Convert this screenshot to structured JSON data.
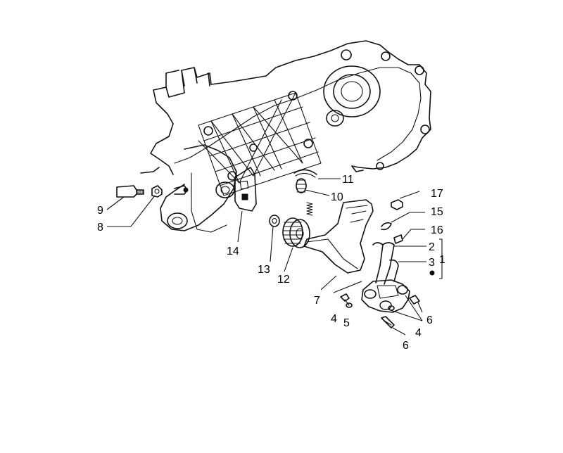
{
  "diagram": {
    "callouts": [
      {
        "id": "c1",
        "label": "1"
      },
      {
        "id": "c2",
        "label": "2"
      },
      {
        "id": "c3",
        "label": "3"
      },
      {
        "id": "c4a",
        "label": "4"
      },
      {
        "id": "c4b",
        "label": "4"
      },
      {
        "id": "c5",
        "label": "5"
      },
      {
        "id": "c6a",
        "label": "6"
      },
      {
        "id": "c6b",
        "label": "6"
      },
      {
        "id": "c7",
        "label": "7"
      },
      {
        "id": "c8",
        "label": "8"
      },
      {
        "id": "c9",
        "label": "9"
      },
      {
        "id": "c10",
        "label": "10"
      },
      {
        "id": "c11",
        "label": "11"
      },
      {
        "id": "c12",
        "label": "12"
      },
      {
        "id": "c13",
        "label": "13"
      },
      {
        "id": "c14",
        "label": "14"
      },
      {
        "id": "c15",
        "label": "15"
      },
      {
        "id": "c16",
        "label": "16"
      },
      {
        "id": "c17",
        "label": "17"
      }
    ]
  }
}
